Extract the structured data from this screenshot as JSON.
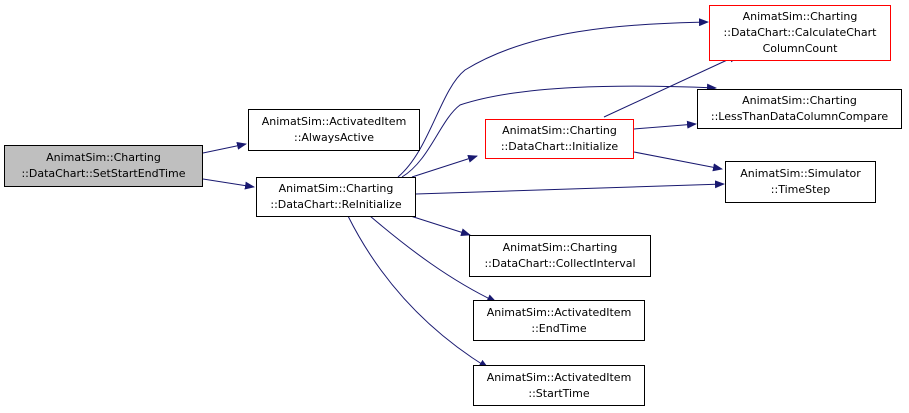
{
  "colors": {
    "edge": "#191970",
    "node_border": "#000000",
    "highlight_border": "#ff0000",
    "focus_fill": "#bfbfbf"
  },
  "nodes": {
    "set_start_end_time": {
      "lines": [
        "AnimatSim::Charting",
        "::DataChart::SetStartEndTime"
      ]
    },
    "always_active": {
      "lines": [
        "AnimatSim::ActivatedItem",
        "::AlwaysActive"
      ]
    },
    "reinitialize": {
      "lines": [
        "AnimatSim::Charting",
        "::DataChart::ReInitialize"
      ]
    },
    "initialize": {
      "lines": [
        "AnimatSim::Charting",
        "::DataChart::Initialize"
      ]
    },
    "calculate_chart_column_count": {
      "lines": [
        "AnimatSim::Charting",
        "::DataChart::CalculateChart",
        "ColumnCount"
      ]
    },
    "less_than_data_column_compare": {
      "lines": [
        "AnimatSim::Charting",
        "::LessThanDataColumnCompare"
      ]
    },
    "time_step": {
      "lines": [
        "AnimatSim::Simulator",
        "::TimeStep"
      ]
    },
    "collect_interval": {
      "lines": [
        "AnimatSim::Charting",
        "::DataChart::CollectInterval"
      ]
    },
    "end_time": {
      "lines": [
        "AnimatSim::ActivatedItem",
        "::EndTime"
      ]
    },
    "start_time": {
      "lines": [
        "AnimatSim::ActivatedItem",
        "::StartTime"
      ]
    }
  }
}
